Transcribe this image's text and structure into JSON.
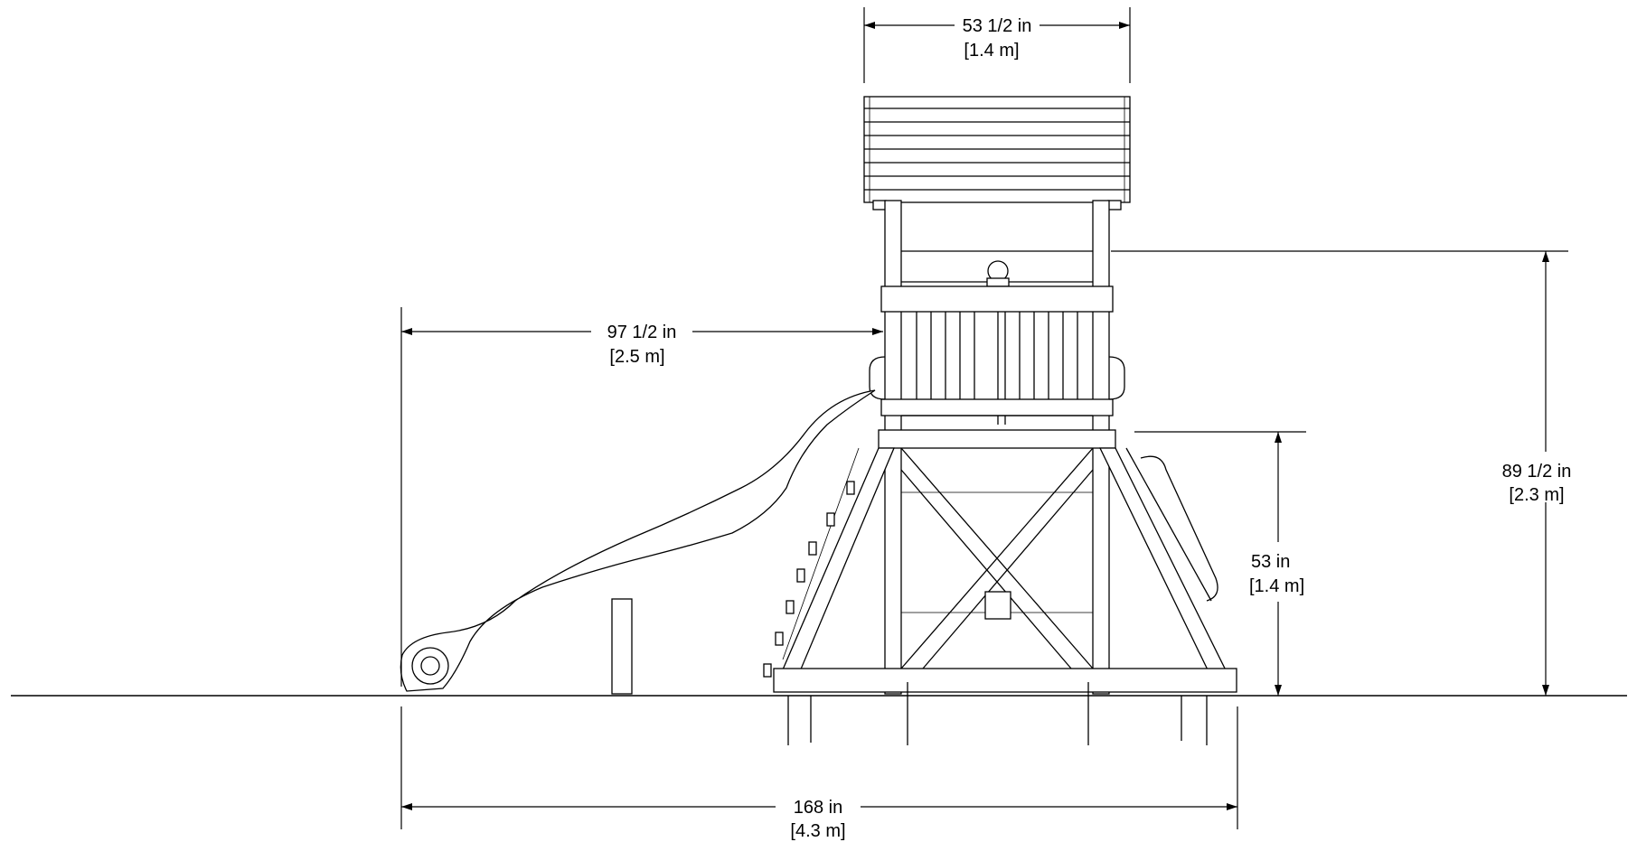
{
  "dimensions": {
    "roof_width": {
      "imperial": "53 1/2 in",
      "metric": "[1.4 m]"
    },
    "slide_reach": {
      "imperial": "97 1/2 in",
      "metric": "[2.5 m]"
    },
    "overall_height": {
      "imperial": "89 1/2 in",
      "metric": "[2.3 m]"
    },
    "deck_height": {
      "imperial": "53 in",
      "metric": "[1.4 m]"
    },
    "overall_length": {
      "imperial": "168 in",
      "metric": "[4.3 m]"
    }
  },
  "colors": {
    "line": "#000000",
    "background": "#ffffff"
  }
}
